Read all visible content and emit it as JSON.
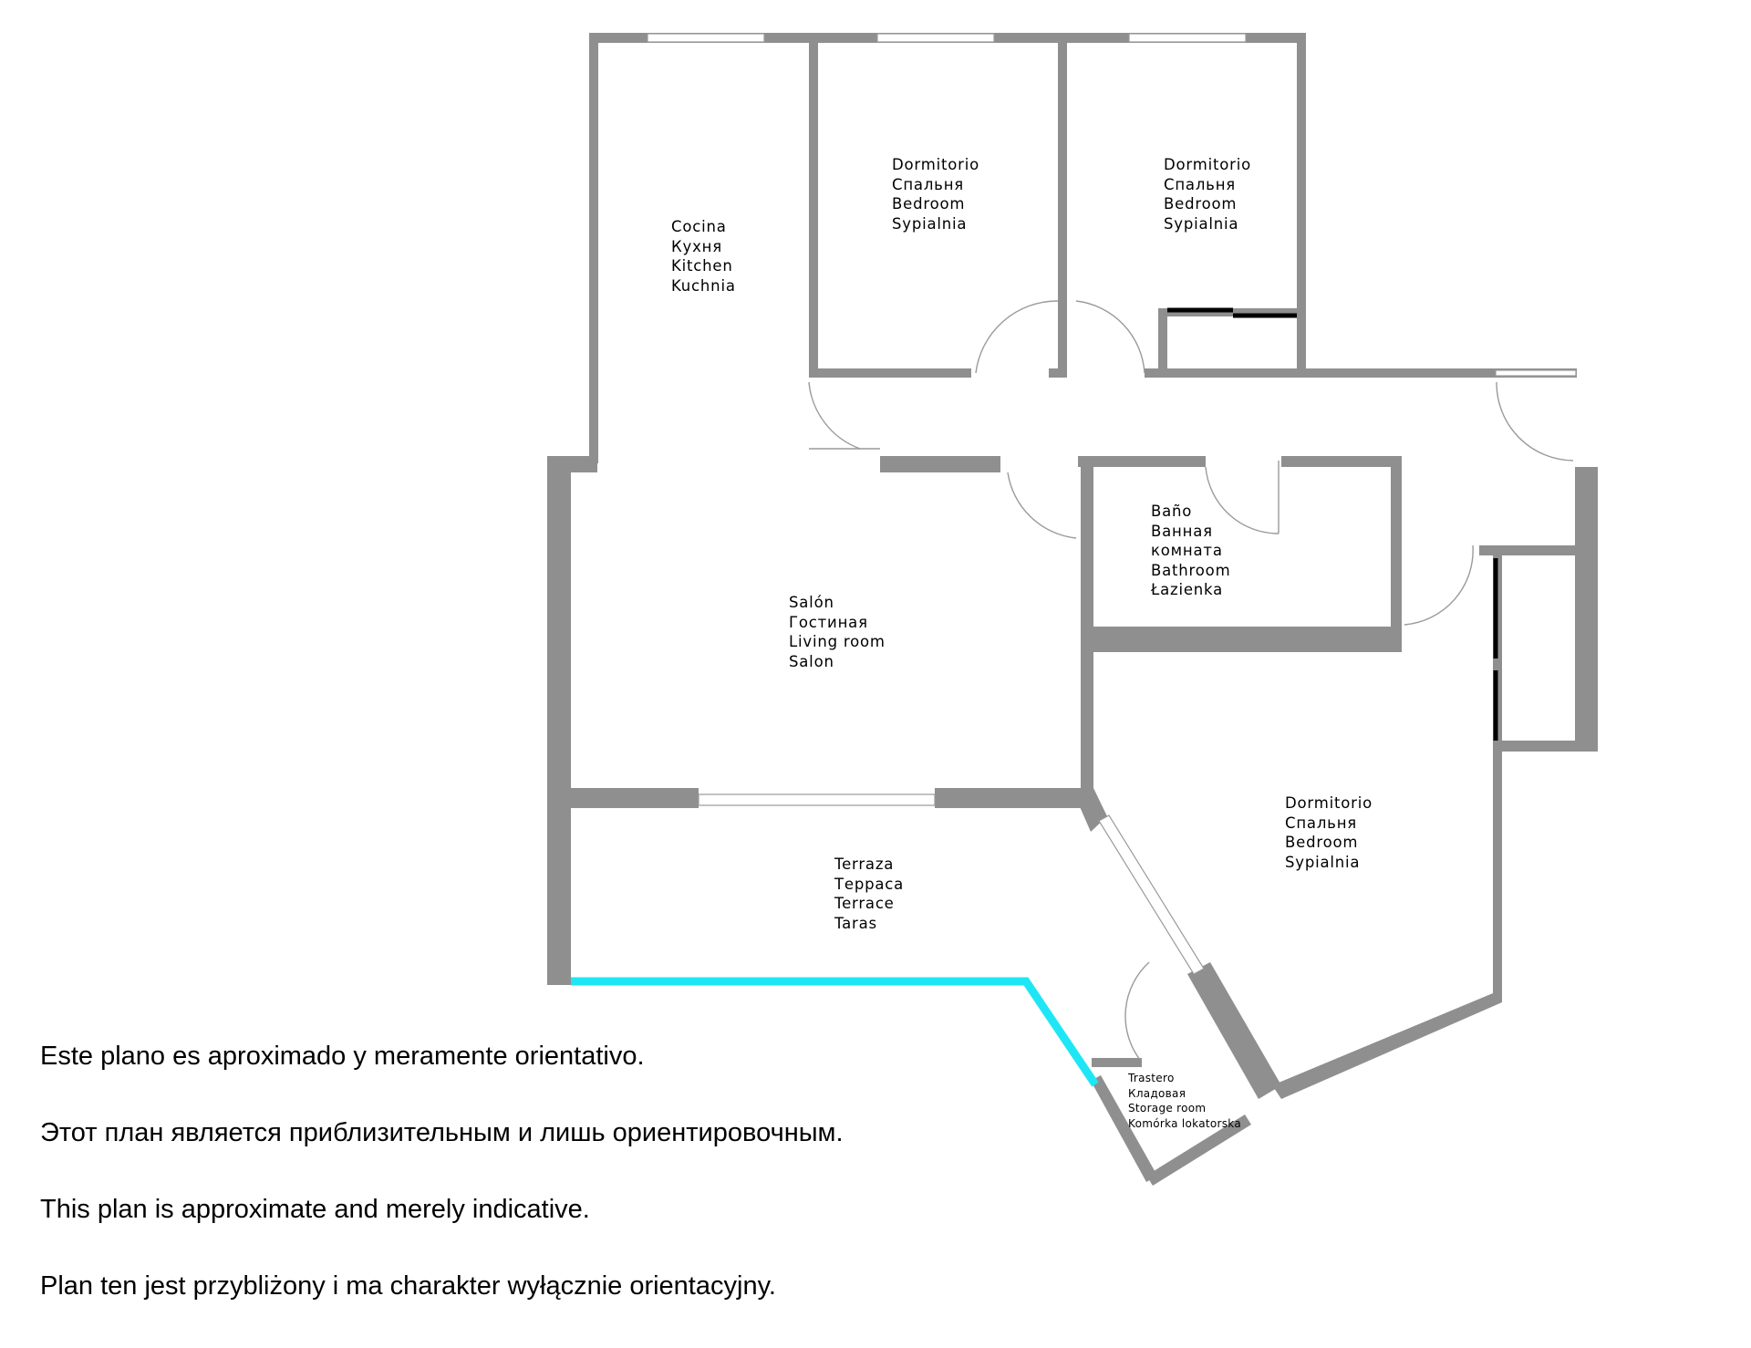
{
  "colors": {
    "wall": "#8f8f8f",
    "accent": "#1fe6f5",
    "background": "#ffffff",
    "text": "#000000"
  },
  "rooms": [
    {
      "id": "kitchen",
      "lines": [
        "Cocina",
        "Кухня",
        "Kitchen",
        "Kuchnia"
      ]
    },
    {
      "id": "bedroom-1",
      "lines": [
        "Dormitorio",
        "Спальня",
        "Bedroom",
        "Sypialnia"
      ]
    },
    {
      "id": "bedroom-2",
      "lines": [
        "Dormitorio",
        "Спальня",
        "Bedroom",
        "Sypialnia"
      ]
    },
    {
      "id": "bathroom",
      "lines": [
        "Baño",
        "Ванная",
        "комната",
        "Bathroom",
        "Łazienka"
      ]
    },
    {
      "id": "living-room",
      "lines": [
        "Salón",
        "Гостиная",
        "Living room",
        "Salon"
      ]
    },
    {
      "id": "bedroom-3",
      "lines": [
        "Dormitorio",
        "Спальня",
        "Bedroom",
        "Sypialnia"
      ]
    },
    {
      "id": "terrace",
      "lines": [
        "Terraza",
        "Терраса",
        "Terrace",
        "Taras"
      ]
    },
    {
      "id": "storage",
      "lines": [
        "Trastero",
        "Кладовая",
        "Storage room",
        "Komórka lokatorska"
      ]
    }
  ],
  "notes": [
    "Este plano es aproximado y meramente orientativo.",
    "Этот план является приблизительным и лишь ориентировочным.",
    "This plan is approximate and merely indicative.",
    "Plan ten jest przybliżony i ma charakter wyłącznie orientacyjny."
  ]
}
